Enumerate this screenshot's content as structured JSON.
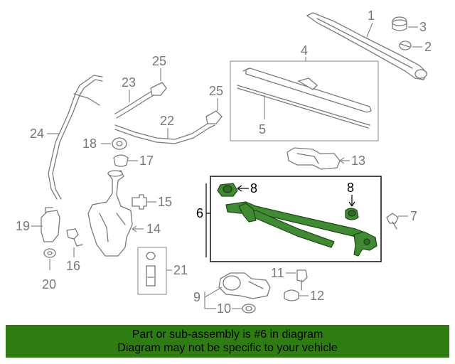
{
  "callouts": {
    "c1": "1",
    "c2": "2",
    "c3": "3",
    "c4": "4",
    "c5": "5",
    "c6": "6",
    "c7": "7",
    "c8a": "8",
    "c8b": "8",
    "c9": "9",
    "c10": "10",
    "c11": "11",
    "c12": "12",
    "c13": "13",
    "c14": "14",
    "c15": "15",
    "c16": "16",
    "c17": "17",
    "c18": "18",
    "c19": "19",
    "c20": "20",
    "c21": "21",
    "c22": "22",
    "c23": "23",
    "c24": "24",
    "c25a": "25",
    "c25b": "25"
  },
  "colors": {
    "highlight": "#3f8a33",
    "banner": "#2f7d12",
    "outline": "#7a7a7a"
  },
  "banner": {
    "line1": "Part or sub-assembly is #6 in diagram",
    "line2": "Diagram may not be specific to your vehicle"
  }
}
